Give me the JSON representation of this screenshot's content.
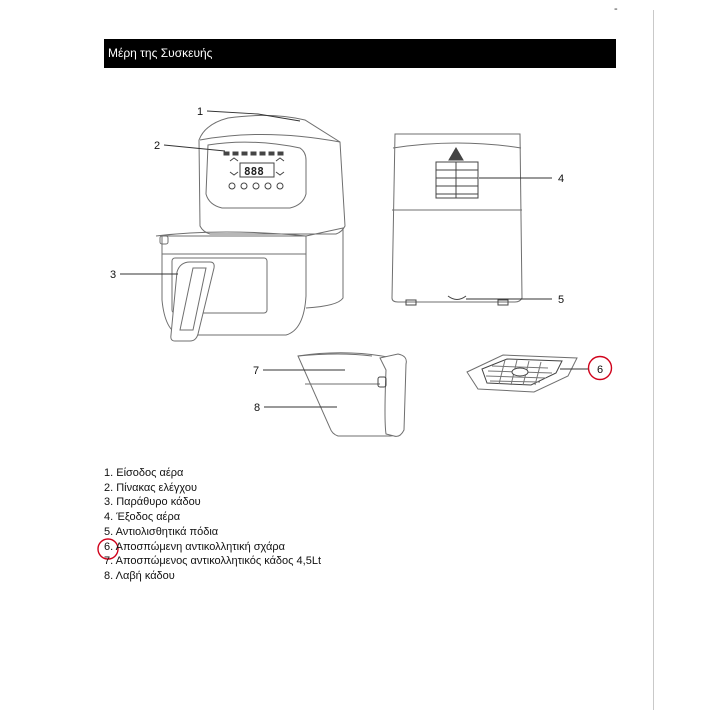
{
  "header": {
    "title": "Μέρη της Συσκευής",
    "corner_mark": "-"
  },
  "callouts": [
    "1",
    "2",
    "3",
    "4",
    "5",
    "6",
    "7",
    "8"
  ],
  "display": {
    "digits": "888"
  },
  "parts": [
    "1. Είσοδος αέρα",
    "2. Πίνακας ελέγχου",
    "3. Παράθυρο κάδου",
    "4. Έξοδος αέρα",
    "5. Αντιολισθητικά πόδια",
    "6. Αποσπώμενη αντικολλητική σχάρα",
    "7. Αποσπώμενος αντικολλητικός κάδος 4,5Lt",
    "8. Λαβή κάδου"
  ],
  "colors": {
    "highlight_circle": "#d0021b",
    "header_bg": "#000000"
  }
}
